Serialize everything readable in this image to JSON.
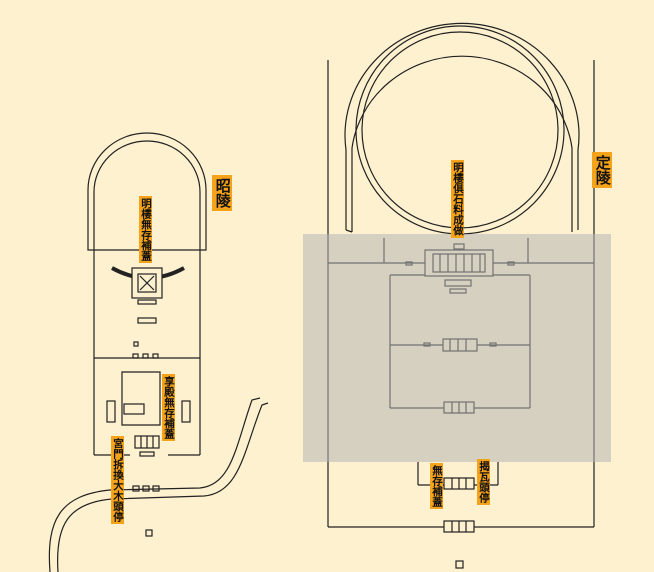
{
  "map": {
    "left_site": {
      "name": "昭陵",
      "notes": {
        "tower": "明樓無存補蓋",
        "hall": "享殿無存補蓋",
        "gate": "宮門拆換大木頭停"
      }
    },
    "right_site": {
      "name": "定陵",
      "notes": {
        "tower": "明樓俱石料成做",
        "hall": "無存補蓋",
        "gate": "揭瓦頭停"
      }
    },
    "colors": {
      "background": "#fdf1cf",
      "label_fill": "#f5a31a",
      "line": "#222222",
      "overlay": "#b4b4b4"
    }
  }
}
